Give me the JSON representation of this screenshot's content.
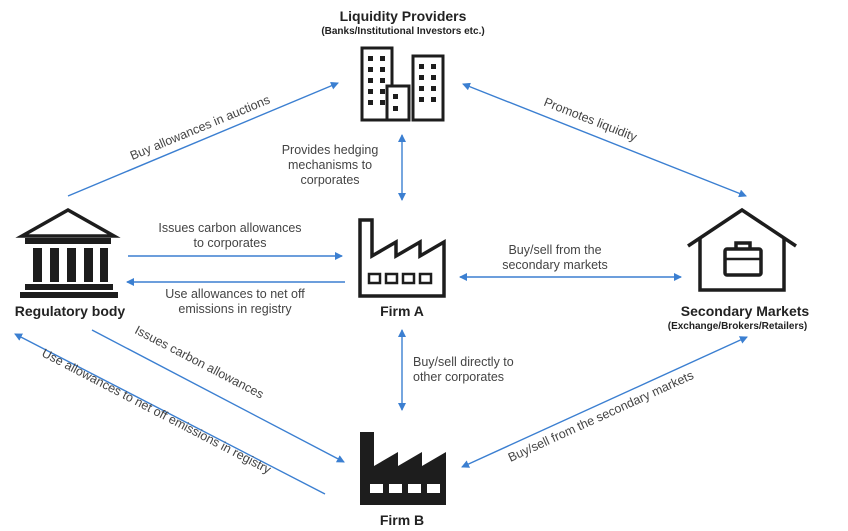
{
  "nodes": {
    "liquidity": {
      "title": "Liquidity Providers",
      "subtitle": "(Banks/Institutional Investors etc.)",
      "icon": "office-buildings-icon"
    },
    "regulator": {
      "title": "Regulatory body",
      "icon": "government-building-icon"
    },
    "firm_a": {
      "title": "Firm A",
      "icon": "factory-icon"
    },
    "secondary": {
      "title": "Secondary Markets",
      "subtitle": "(Exchange/Brokers/Retailers)",
      "icon": "market-house-icon"
    },
    "firm_b": {
      "title": "Firm B",
      "icon": "factory-icon"
    }
  },
  "edges": {
    "buy_auctions": "Buy allowances in auctions",
    "promotes_liquidity": "Promotes liquidity",
    "hedging": [
      "Provides hedging",
      "mechanisms to",
      "corporates"
    ],
    "issues_firm_a": [
      "Issues carbon allowances",
      "to corporates"
    ],
    "use_firm_a": [
      "Use allowances to net off",
      "emissions in registry"
    ],
    "firm_a_secondary": [
      "Buy/sell from the",
      "secondary markets"
    ],
    "firm_a_firm_b": [
      "Buy/sell directly to",
      "other corporates"
    ],
    "issues_firm_b": "Issues carbon allowances",
    "use_firm_b": "Use allowances to net off emissions in registry",
    "firm_b_secondary": "Buy/sell from the secondary markets"
  },
  "colors": {
    "arrow": "#3b7fd1",
    "icon": "#1d1d1d",
    "text": "#444444"
  }
}
